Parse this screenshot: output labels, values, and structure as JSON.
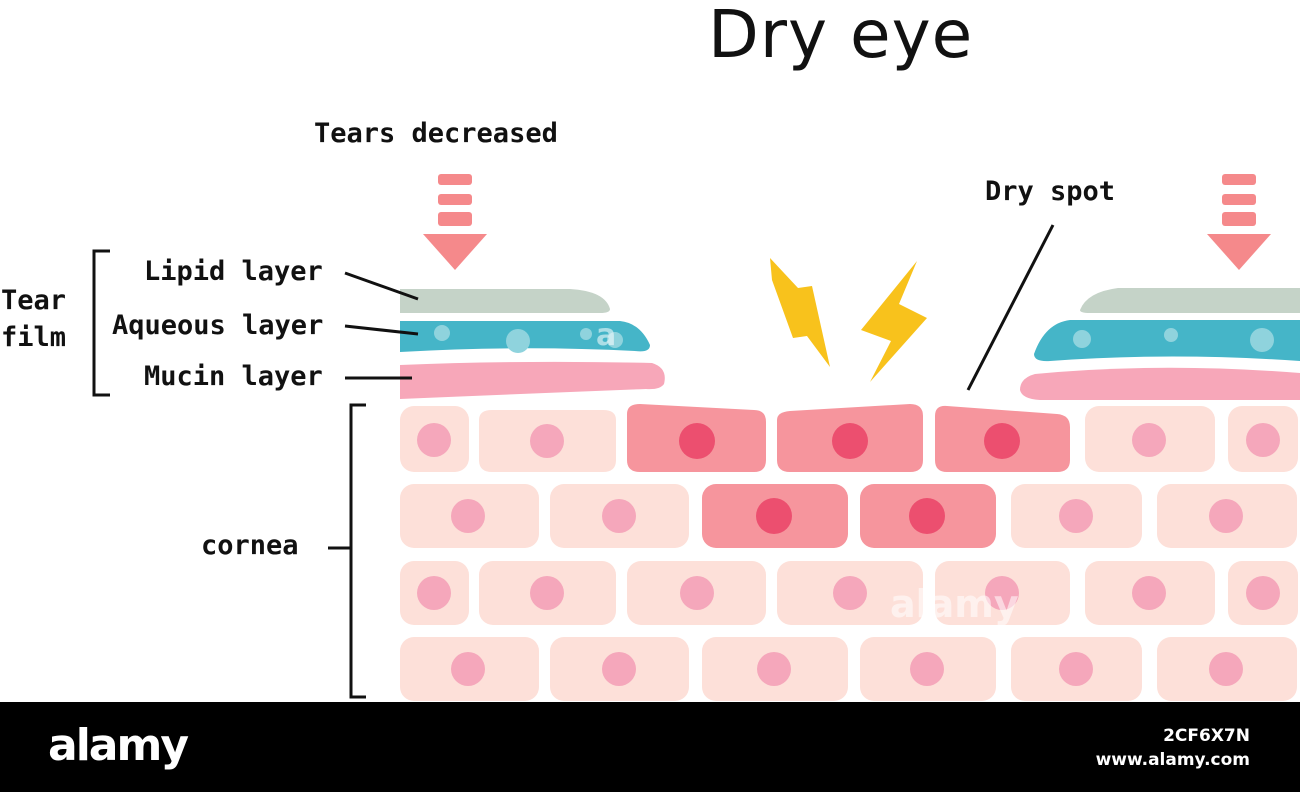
{
  "title": "Dry eye",
  "labels": {
    "tears_decreased": "Tears decreased",
    "dry_spot": "Dry spot",
    "tear_film_line1": "Tear",
    "tear_film_line2": "film",
    "lipid": "Lipid layer",
    "aqueous": "Aqueous layer",
    "mucin": "Mucin layer",
    "cornea": "cornea"
  },
  "watermarks": [
    "a",
    "alamy"
  ],
  "footer": {
    "brand": "alamy",
    "image_id": "2CF6X7N",
    "site": "www.alamy.com"
  },
  "colors": {
    "lipid": "#c5d3c8",
    "aqueous": "#45b5c8",
    "mucin": "#f7a7b9",
    "cell_healthy": "#fde0d9",
    "nucleus_healthy": "#f5a7bb",
    "cell_damaged": "#f6959d",
    "nucleus_damaged": "#ec4f6f",
    "arrow": "#f5898b",
    "lightning": "#f8c21c"
  }
}
